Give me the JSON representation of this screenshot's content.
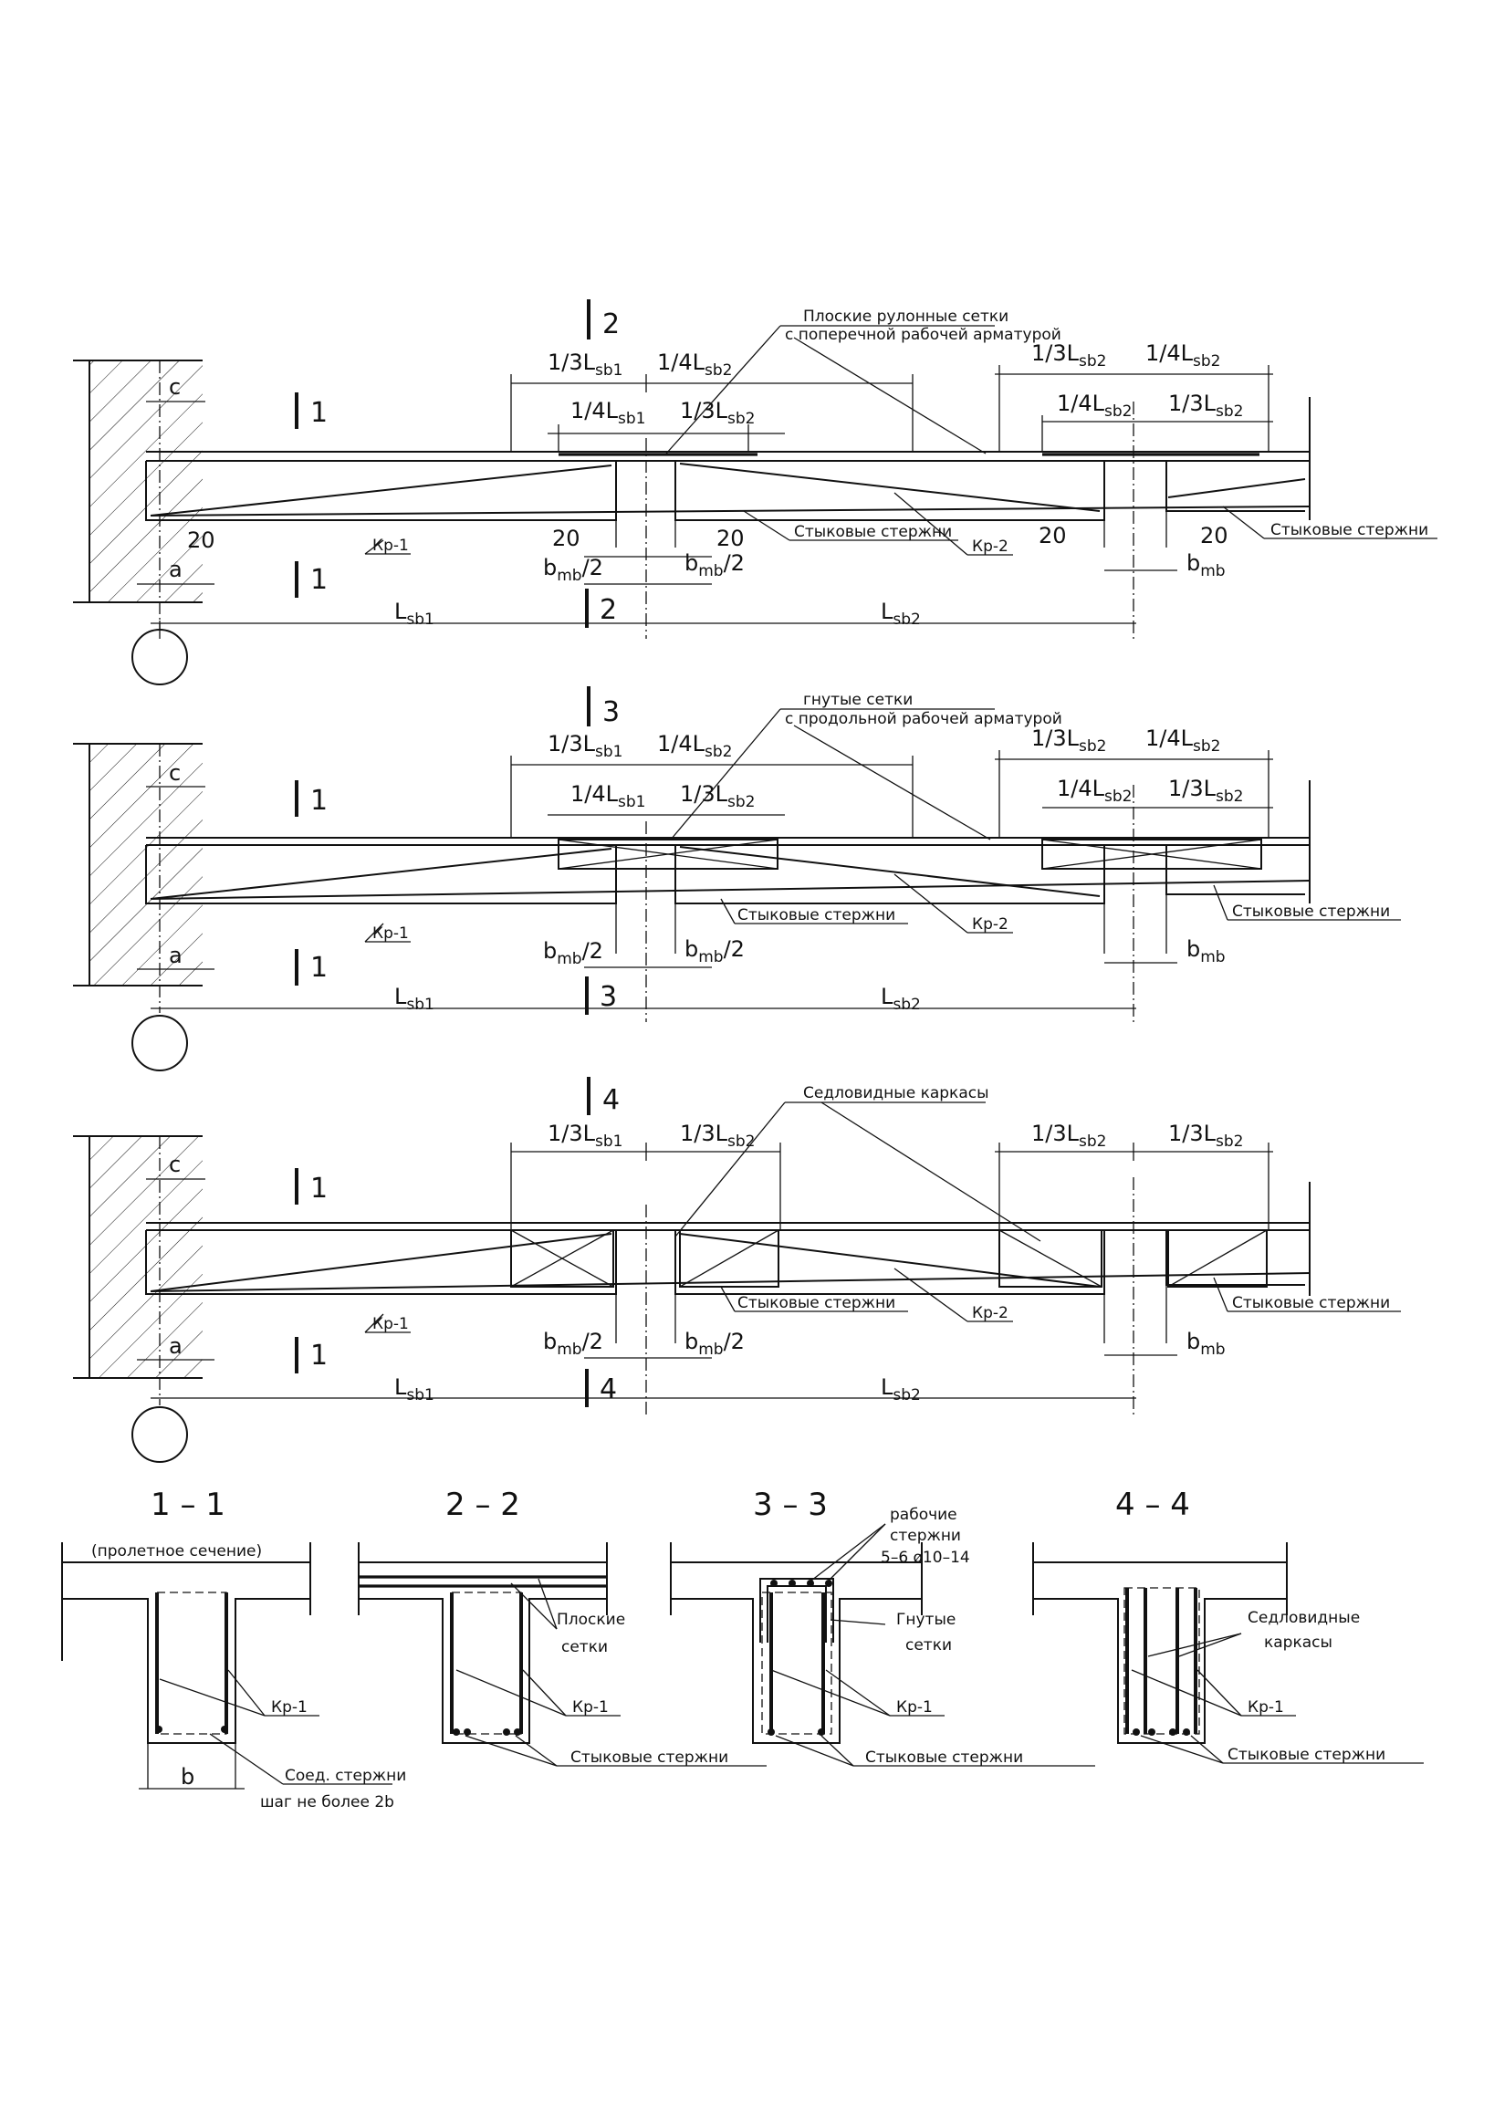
{
  "hatch_color": "#111111",
  "dim_20": "20",
  "dim_a": "a",
  "dim_c": "c",
  "dim_b": "b",
  "dim_third_prefix": "1/3L",
  "dim_quarter_prefix": "1/4L",
  "dim_bmb": "b",
  "dim_bmb_sub": "mb",
  "dim_half": "/2",
  "dim_L": "L",
  "sub_sb1": "sb1",
  "sub_sb2": "sb2",
  "cut_marks": {
    "c1": "1",
    "c2": "2",
    "c3": "3",
    "c4": "4"
  },
  "labels": {
    "kr1": "Кр-1",
    "kr2": "Кр-2",
    "stykovye": "Стыковые стержни",
    "ploskie_rulonnye_1": "Плоские рулонные сетки",
    "ploskie_rulonnye_2": "с поперечной рабочей арматурой",
    "gnutye_1": "гнутые сетки",
    "gnutye_2": "с продольной рабочей арматурой",
    "sedlovidnye": "Седловидные каркасы"
  },
  "sections": {
    "s11_title": "1 – 1",
    "s22_title": "2 – 2",
    "s33_title": "3 – 3",
    "s44_title": "4 – 4",
    "s11_note": "(пролетное сечение)",
    "kr1": "Кр-1",
    "soed_1": "Соед. стержни",
    "soed_2": "шаг не более 2b",
    "ploskie_1": "Плоские",
    "ploskie_2": "сетки",
    "rabochie_1": "рабочие",
    "rabochie_2": "стержни",
    "rabochie_3": "5–6 ø10–14",
    "gnutye_1": "Гнутые",
    "gnutye_2": "сетки",
    "sedlo_1": "Седловидные",
    "sedlo_2": "каркасы",
    "stykovye": "Стыковые стержни"
  }
}
